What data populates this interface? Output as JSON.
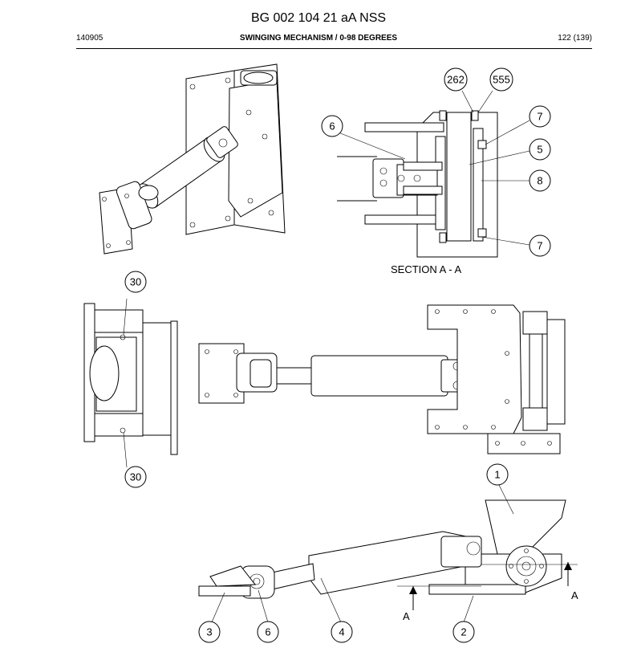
{
  "header": {
    "title": "BG 002 104 21 aA NSS",
    "left": "140905",
    "center": "SWINGING MECHANISM / 0-98 DEGREES",
    "right": "122 (139)"
  },
  "section_label": "SECTION A - A",
  "section_marker": "A",
  "callouts": {
    "c262": "262",
    "c555": "555",
    "c6_section": "6",
    "c7_top": "7",
    "c5": "5",
    "c8": "8",
    "c7_bottom": "7",
    "c30_top": "30",
    "c30_bottom": "30",
    "c1": "1",
    "c3": "3",
    "c6_bottom": "6",
    "c4": "4",
    "c2": "2"
  }
}
